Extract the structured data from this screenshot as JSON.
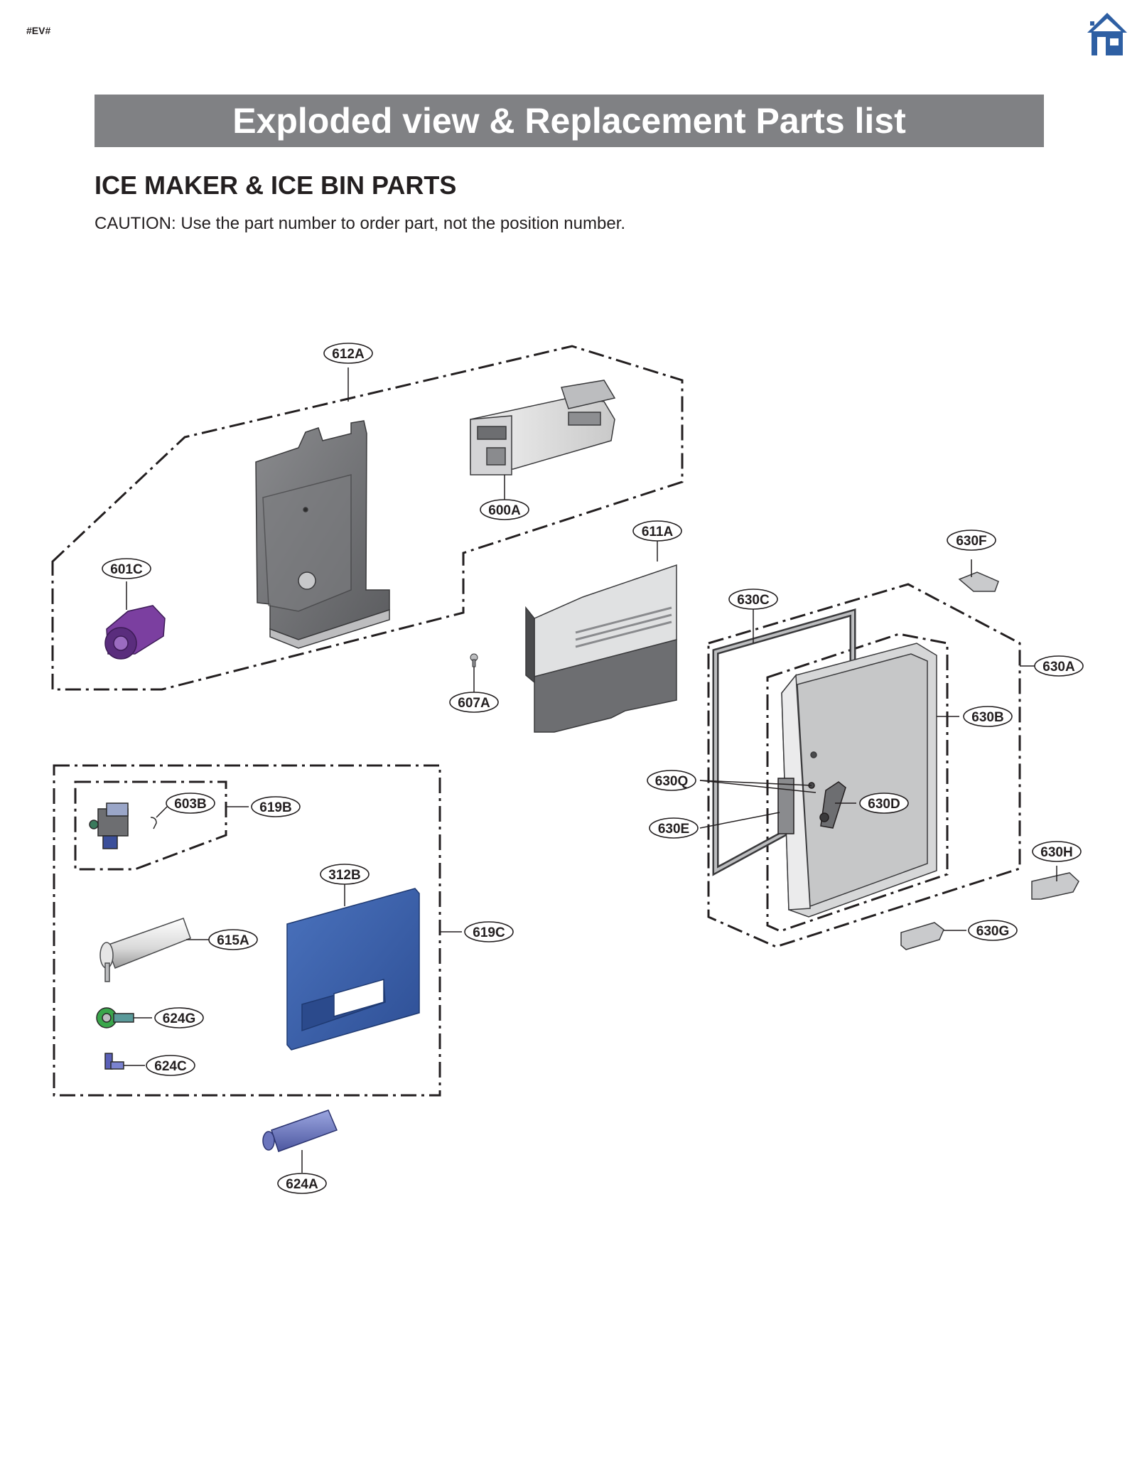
{
  "header": {
    "code_tag": "#EV#",
    "home_icon": "home-icon",
    "banner_title": "Exploded view & Replacement Parts list"
  },
  "section": {
    "title": "ICE MAKER & ICE BIN PARTS",
    "caution": "CAUTION: Use the part number to order part, not the position number."
  },
  "colors": {
    "banner_bg": "#808184",
    "home_icon": "#2e5fa3",
    "blue_cover": "#3a60a8",
    "purple_motor": "#7b3fa0",
    "grey_part": "#6d6e71"
  },
  "callouts": [
    "612A",
    "600A",
    "611A",
    "630F",
    "601C",
    "630C",
    "630A",
    "607A",
    "630B",
    "630Q",
    "630D",
    "630E",
    "603B",
    "619B",
    "630H",
    "312B",
    "619C",
    "630G",
    "615A",
    "624G",
    "624C",
    "624A"
  ]
}
